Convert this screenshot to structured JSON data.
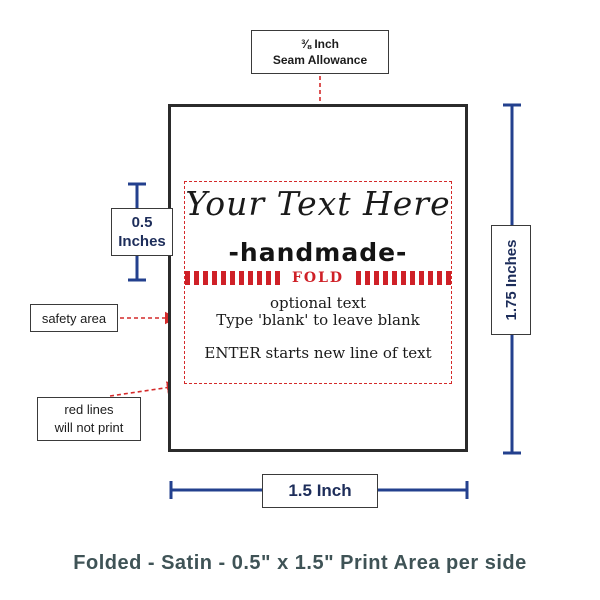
{
  "colors": {
    "measurement_line": "#23408e",
    "red_guide": "#d42a2a",
    "caption_text": "#3f5356"
  },
  "annotations": {
    "seam_allowance": {
      "line1": "⅜ Inch",
      "line2": "Seam Allowance"
    },
    "safety_area": "safety area",
    "red_lines": {
      "line1": "red lines",
      "line2": "will not print"
    }
  },
  "measurements": {
    "left": "0.5 Inches",
    "right": "1.75 Inches",
    "bottom": "1.5 Inch"
  },
  "label_content": {
    "custom_text": "Your Text Here",
    "handmade": "-handmade-",
    "fold": "FOLD",
    "optional_line1": "optional text",
    "optional_line2": "Type 'blank' to leave blank",
    "enter_note": "ENTER starts new line of text"
  },
  "caption": "Folded - Satin - 0.5\" x 1.5\" Print Area per side"
}
